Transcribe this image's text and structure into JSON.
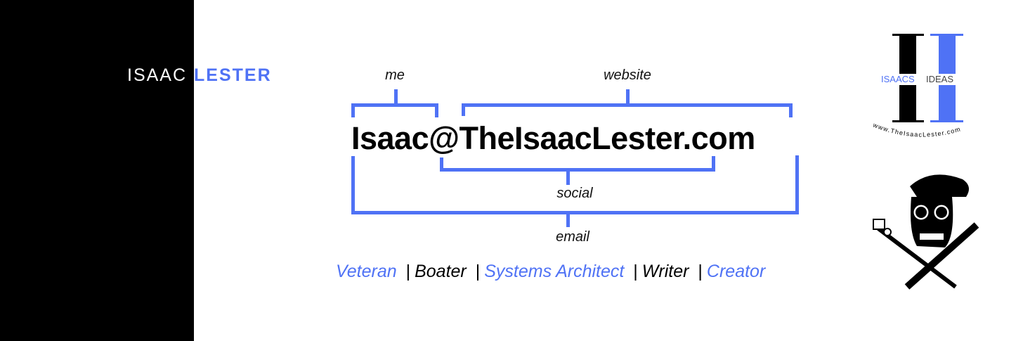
{
  "brand": {
    "first_name": "ISAAC",
    "last_name": "LESTER"
  },
  "diagram": {
    "email_address": "Isaac@TheIsaacLester.com",
    "labels": {
      "me": "me",
      "website": "website",
      "social": "social",
      "email": "email"
    }
  },
  "roles": [
    {
      "label": "Veteran",
      "color": "#4f72f5"
    },
    {
      "label": "Boater",
      "color": "#000000"
    },
    {
      "label": "Systems Architect",
      "color": "#4f72f5"
    },
    {
      "label": "Writer",
      "color": "#000000"
    },
    {
      "label": "Creator",
      "color": "#4f72f5"
    }
  ],
  "role_separator": "|",
  "logo": {
    "left_word": "ISAACS",
    "right_word": "IDEAS",
    "url_text": "www.TheIsaacLester.com"
  },
  "colors": {
    "accent": "#4f72f5",
    "black": "#000000",
    "background": "#ffffff"
  }
}
